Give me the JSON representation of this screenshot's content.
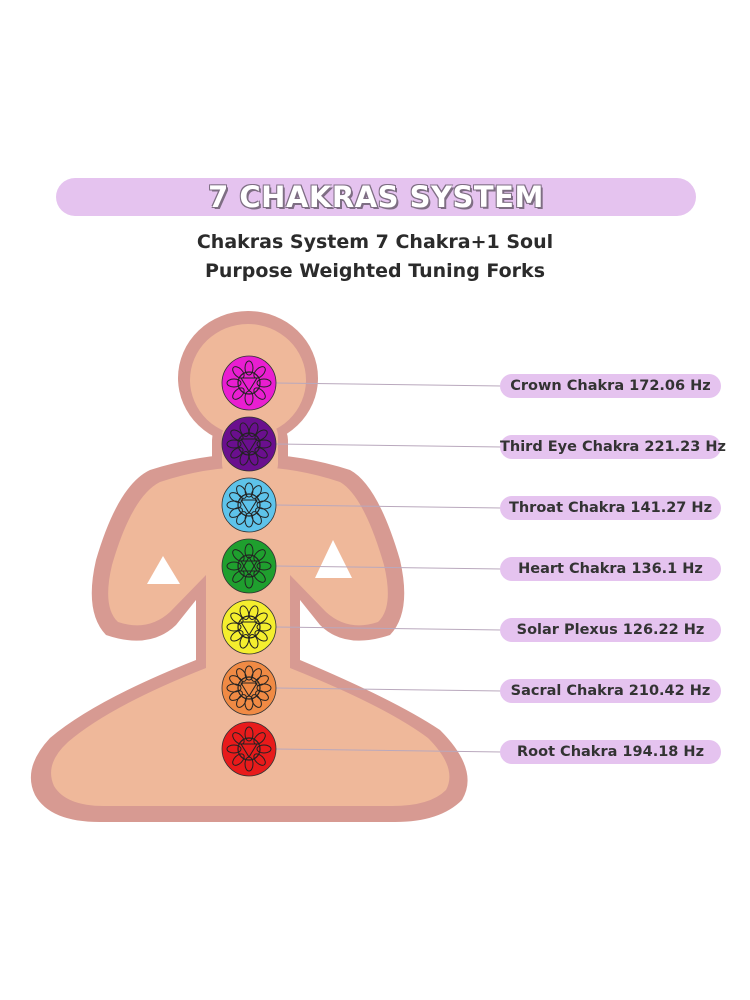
{
  "banner": {
    "title": "7 CHAKRAS SYSTEM"
  },
  "subtitle": {
    "line1": "Chakras System 7 Chakra+1 Soul",
    "line2": "Purpose Weighted Tuning Forks"
  },
  "chakras": [
    {
      "label": "Crown Chakra 172.06 Hz",
      "color": "#e91ed1",
      "icon": "crown-chakra-icon"
    },
    {
      "label": "Third Eye Chakra 221.23 Hz",
      "color": "#6a0f8e",
      "icon": "third-eye-chakra-icon"
    },
    {
      "label": "Throat Chakra 141.27 Hz",
      "color": "#5ec3ea",
      "icon": "throat-chakra-icon"
    },
    {
      "label": "Heart Chakra 136.1 Hz",
      "color": "#1f9f2e",
      "icon": "heart-chakra-icon"
    },
    {
      "label": "Solar Plexus 126.22 Hz",
      "color": "#f4ee2e",
      "icon": "solar-plexus-chakra-icon"
    },
    {
      "label": "Sacral Chakra 210.42 Hz",
      "color": "#f08a44",
      "icon": "sacral-chakra-icon"
    },
    {
      "label": "Root Chakra 194.18 Hz",
      "color": "#e81b1b",
      "icon": "root-chakra-icon"
    }
  ],
  "colors": {
    "banner": "#e5c3ef",
    "body_outline": "#d79a92",
    "body_fill": "#efb89a",
    "leader_line": "#b9a8bd"
  }
}
